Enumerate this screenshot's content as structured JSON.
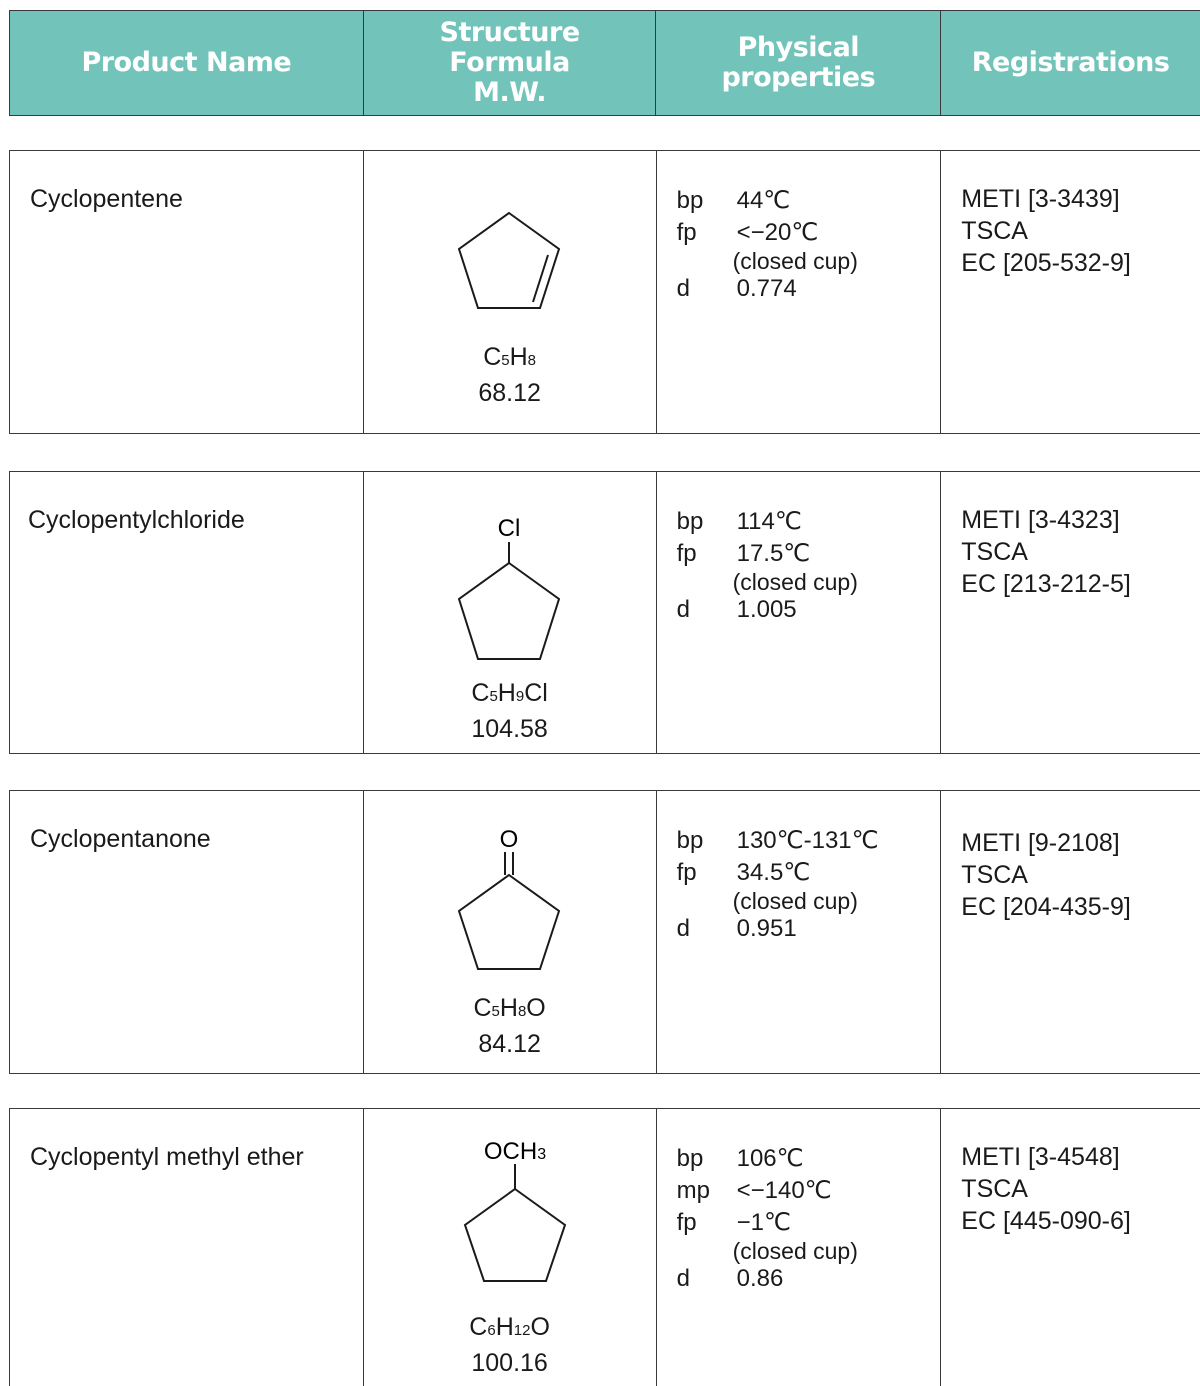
{
  "theme": {
    "header_bg": "#72c3b9",
    "header_text": "#ffffff",
    "border": "#3a3a3a"
  },
  "header": {
    "product_name": "Product Name",
    "structure_lines": [
      "Structure",
      "Formula",
      "M.W."
    ],
    "physical_properties": "Physical properties",
    "registrations": "Registrations"
  },
  "products": [
    {
      "name": "Cyclopentene",
      "formula": {
        "parts": [
          "C",
          "5",
          "H",
          "8",
          "",
          ""
        ]
      },
      "substituent": "",
      "mw": "68.12",
      "properties": [
        {
          "key": "bp",
          "value": "44℃"
        },
        {
          "key": "fp",
          "value": "<−20℃",
          "note": "(closed cup)"
        },
        {
          "key": "d",
          "value": "0.774"
        }
      ],
      "registrations": [
        "METI [3-3439]",
        "TSCA",
        "EC [205-532-9]"
      ]
    },
    {
      "name": "Cyclopentylchloride",
      "formula": {
        "parts": [
          "C",
          "5",
          "H",
          "9",
          "Cl",
          ""
        ]
      },
      "substituent": "Cl",
      "mw": "104.58",
      "properties": [
        {
          "key": "bp",
          "value": "114℃"
        },
        {
          "key": "fp",
          "value": "17.5℃",
          "note": "(closed cup)"
        },
        {
          "key": "d",
          "value": "1.005"
        }
      ],
      "registrations": [
        "METI [3-4323]",
        "TSCA",
        "EC [213-212-5]"
      ]
    },
    {
      "name": "Cyclopentanone",
      "formula": {
        "parts": [
          "C",
          "5",
          "H",
          "8",
          "O",
          ""
        ]
      },
      "substituent": "O",
      "mw": "84.12",
      "properties": [
        {
          "key": "bp",
          "value": "130℃-131℃"
        },
        {
          "key": "fp",
          "value": "34.5℃",
          "note": "(closed cup)"
        },
        {
          "key": "d",
          "value": "0.951"
        }
      ],
      "registrations": [
        "METI [9-2108]",
        "TSCA",
        "EC [204-435-9]"
      ]
    },
    {
      "name": "Cyclopentyl methyl ether",
      "formula": {
        "parts": [
          "C",
          "6",
          "H",
          "12",
          "O",
          ""
        ]
      },
      "substituent": "OCH",
      "substituent_sub": "3",
      "mw": "100.16",
      "properties": [
        {
          "key": "bp",
          "value": "106℃"
        },
        {
          "key": "mp",
          "value": "<−140℃"
        },
        {
          "key": "fp",
          "value": "−1℃",
          "note": "(closed cup)"
        },
        {
          "key": "d",
          "value": "0.86"
        }
      ],
      "registrations": [
        "METI [3-4548]",
        "TSCA",
        "EC [445-090-6]"
      ]
    }
  ]
}
